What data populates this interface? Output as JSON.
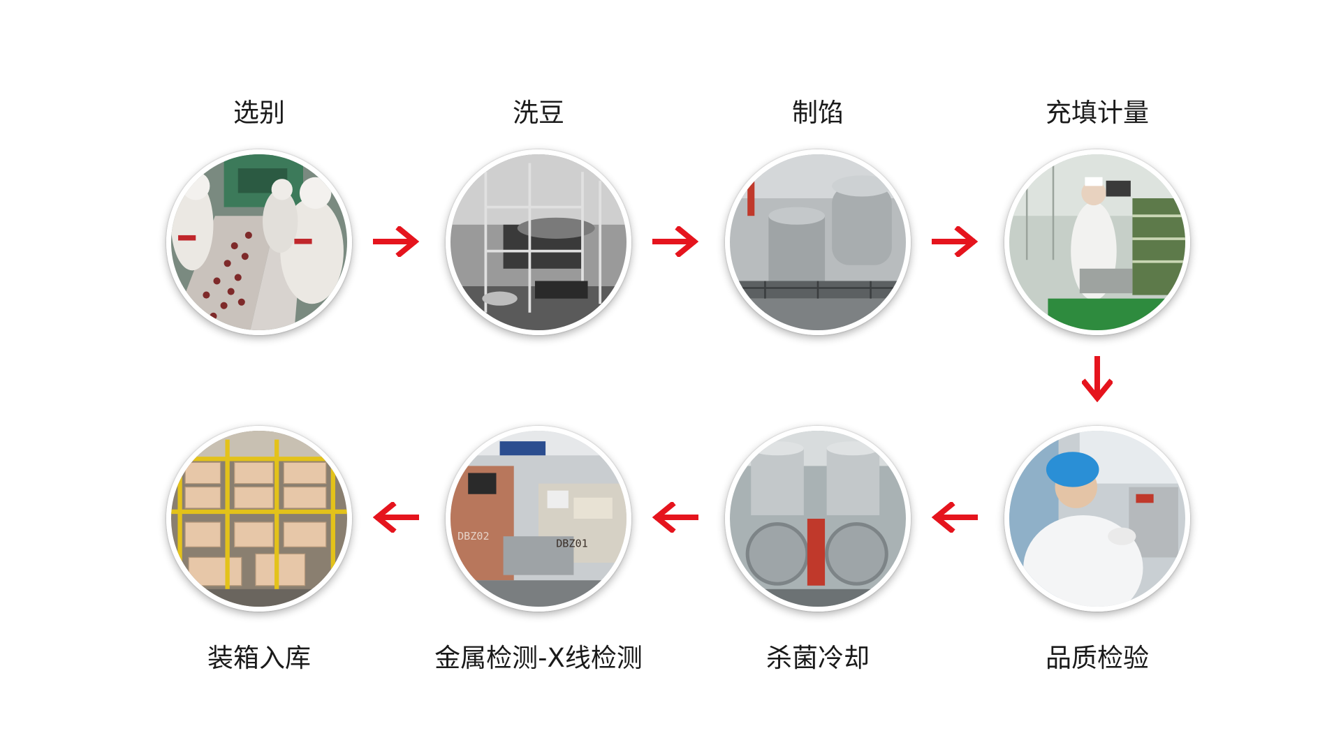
{
  "steps": {
    "s1": "选别",
    "s2": "洗豆",
    "s3": "制馅",
    "s4": "充填计量",
    "s5": "品质检验",
    "s6": "杀菌冷却",
    "s7": "金属检测-X线检测",
    "s8": "装箱入库"
  },
  "photo_text": {
    "dbz02": "DBZ02",
    "dbz01": "DBZ01"
  },
  "colors": {
    "arrow": "#e5141d",
    "text": "#1a1a1a"
  },
  "icons": {
    "arrow": "arrow-right-icon",
    "arrow_down": "arrow-down-icon",
    "arrow_left": "arrow-left-icon"
  }
}
